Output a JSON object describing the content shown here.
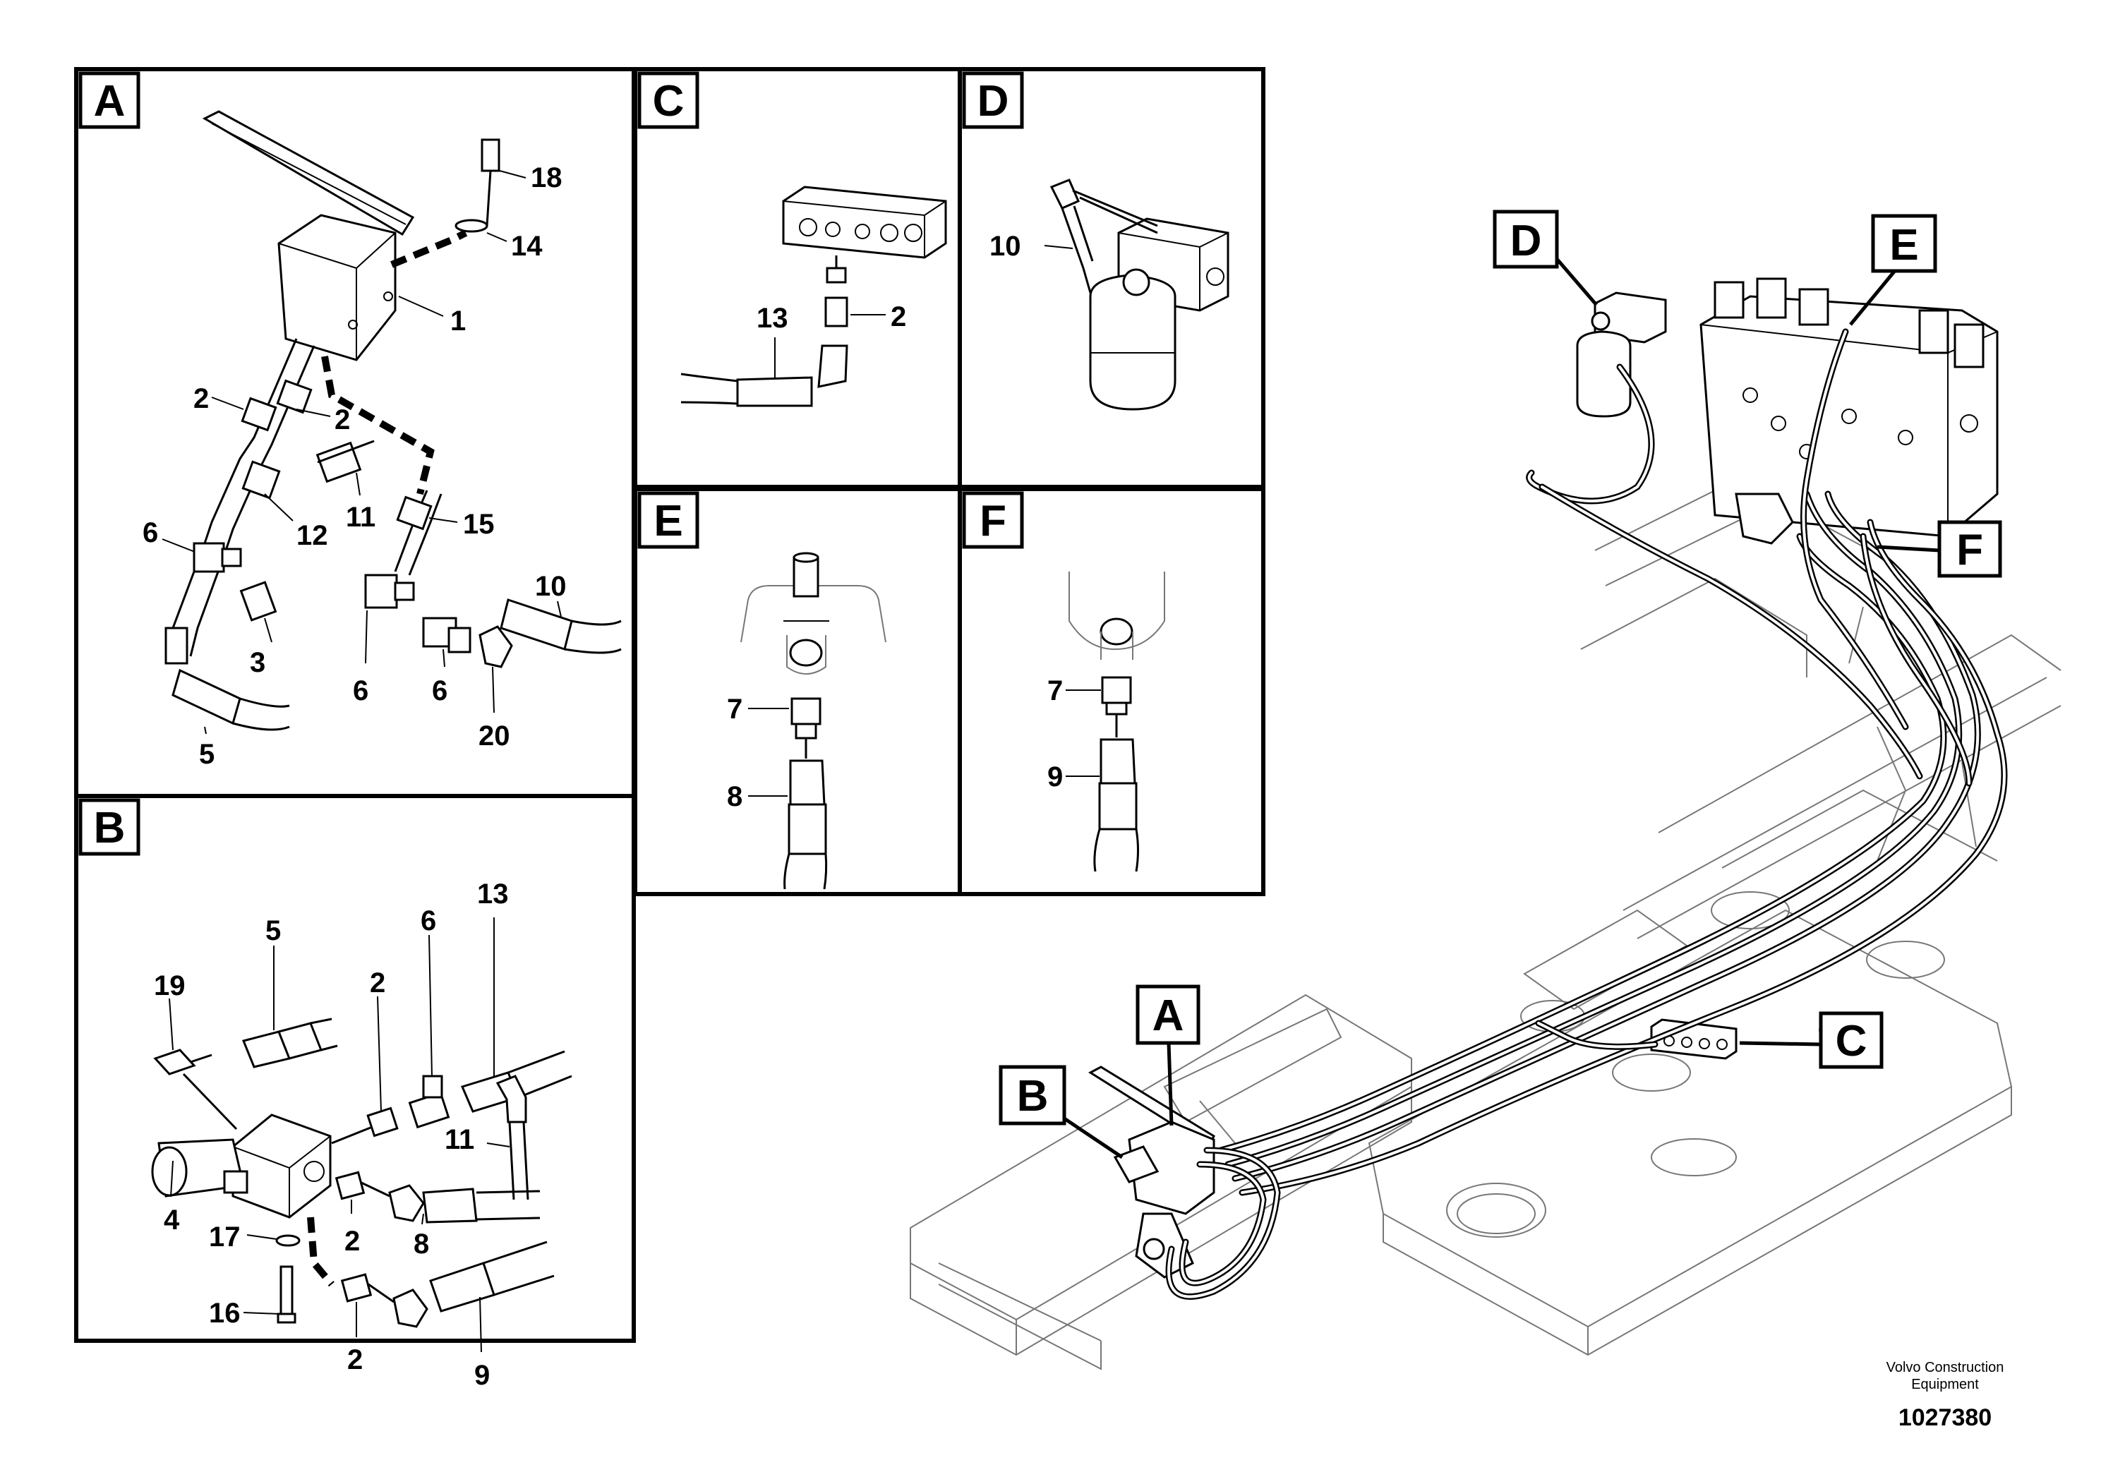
{
  "panels": {
    "A": {
      "tag": "A"
    },
    "B": {
      "tag": "B"
    },
    "C": {
      "tag": "C"
    },
    "D": {
      "tag": "D"
    },
    "E": {
      "tag": "E"
    },
    "F": {
      "tag": "F"
    }
  },
  "overview_tags": {
    "A": "A",
    "B": "B",
    "C": "C",
    "D": "D",
    "E": "E",
    "F": "F"
  },
  "callouts": {
    "a_18": "18",
    "a_14": "14",
    "a_1": "1",
    "a_2a": "2",
    "a_2b": "2",
    "a_12": "12",
    "a_11": "11",
    "a_15": "15",
    "a_6a": "6",
    "a_3": "3",
    "a_10": "10",
    "a_6b": "6",
    "a_6c": "6",
    "a_20": "20",
    "a_5": "5",
    "b_19": "19",
    "b_5": "5",
    "b_2a": "2",
    "b_6": "6",
    "b_13": "13",
    "b_11": "11",
    "b_4": "4",
    "b_17": "17",
    "b_2b": "2",
    "b_8": "8",
    "b_16": "16",
    "b_2c": "2",
    "b_9": "9",
    "c_13": "13",
    "c_2": "2",
    "d_10": "10",
    "e_7": "7",
    "e_8": "8",
    "f_7": "7",
    "f_9": "9"
  },
  "footer": {
    "company_line1": "Volvo Construction",
    "company_line2": "Equipment",
    "doc_number": "1027380"
  }
}
